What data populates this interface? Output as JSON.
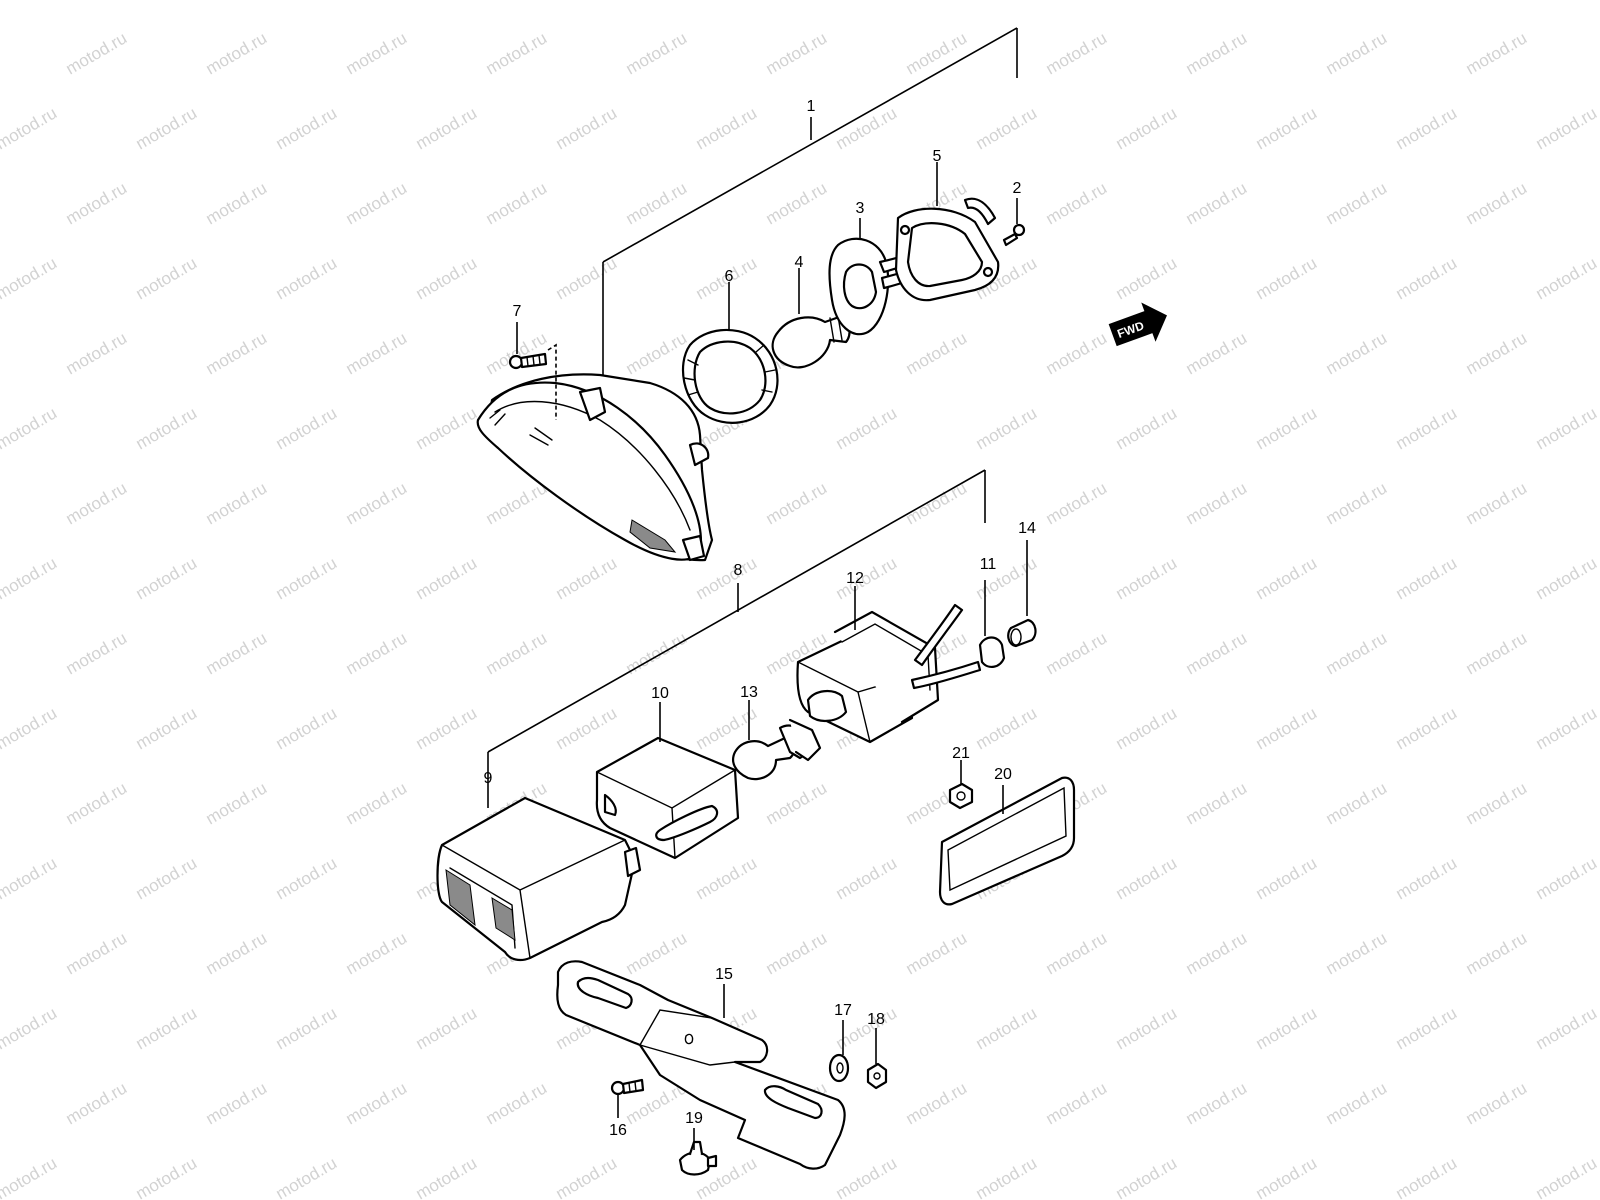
{
  "watermark": {
    "text": "motod.ru"
  },
  "fwd_badge": {
    "text": "FWD"
  },
  "callouts": [
    {
      "id": "c1",
      "label": "1"
    },
    {
      "id": "c2",
      "label": "2"
    },
    {
      "id": "c3",
      "label": "3"
    },
    {
      "id": "c4",
      "label": "4"
    },
    {
      "id": "c5",
      "label": "5"
    },
    {
      "id": "c6",
      "label": "6"
    },
    {
      "id": "c7",
      "label": "7"
    },
    {
      "id": "c8",
      "label": "8"
    },
    {
      "id": "c9",
      "label": "9"
    },
    {
      "id": "c10",
      "label": "10"
    },
    {
      "id": "c11",
      "label": "11"
    },
    {
      "id": "c12",
      "label": "12"
    },
    {
      "id": "c13",
      "label": "13"
    },
    {
      "id": "c14",
      "label": "14"
    },
    {
      "id": "c15",
      "label": "15"
    },
    {
      "id": "c16",
      "label": "16"
    },
    {
      "id": "c17",
      "label": "17"
    },
    {
      "id": "c18",
      "label": "18"
    },
    {
      "id": "c19",
      "label": "19"
    },
    {
      "id": "c20",
      "label": "20"
    },
    {
      "id": "c21",
      "label": "21"
    }
  ]
}
